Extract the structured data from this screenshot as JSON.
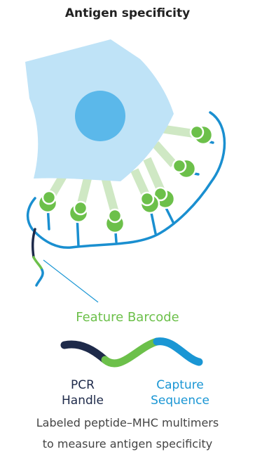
{
  "title": "Antigen specificity",
  "feature_barcode_label": "Feature Barcode",
  "pcr_handle_label": [
    "PCR",
    "Handle"
  ],
  "capture_sequence_label": [
    "Capture",
    "Sequence"
  ],
  "caption": [
    "Labeled peptide–MHC multimers",
    "to measure antigen specificity"
  ],
  "colors": {
    "cell": "#bfe3f7",
    "nucleus": "#5bb8ea",
    "receptor": "#cfe8c4",
    "multimer": "#6cc04a",
    "dna_backbone": "#1a8fd0",
    "pcr_handle": "#1e2a4a",
    "barcode": "#6cc04a",
    "capture": "#1a96d4"
  }
}
